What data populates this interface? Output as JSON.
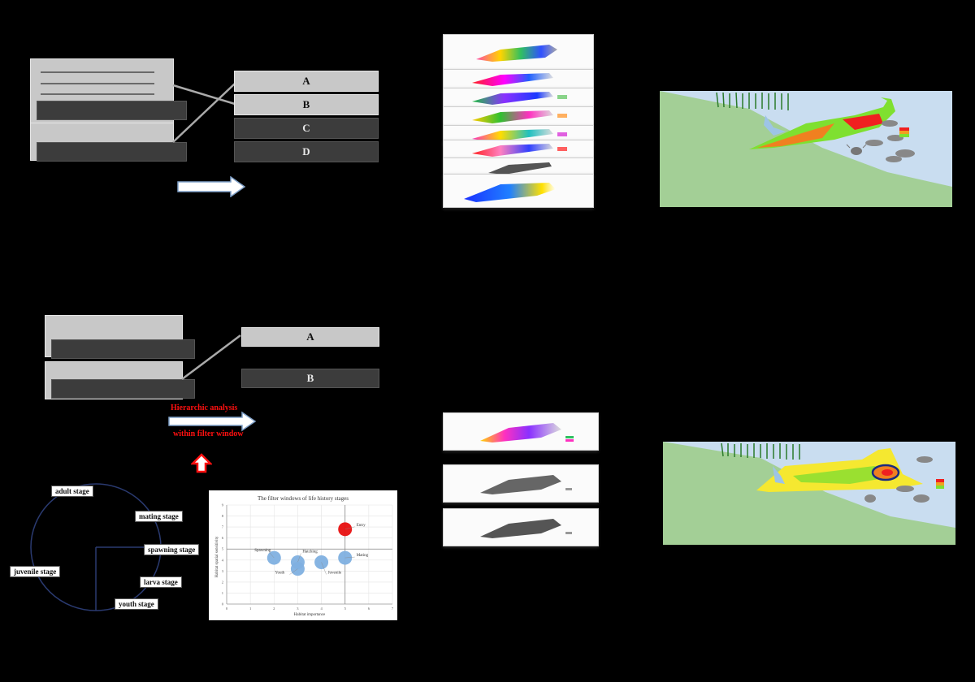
{
  "top_panel": {
    "boxes": [
      "A",
      "B",
      "C",
      "D"
    ]
  },
  "bottom_panel": {
    "boxes": [
      "A",
      "B"
    ],
    "red_text_1": "Hierarchic analysis",
    "red_text_2": "within filter window"
  },
  "life_cycle": {
    "stages": [
      "adult stage",
      "mating stage",
      "spawning stage",
      "larva stage",
      "youth stage",
      "juvenile stage"
    ]
  },
  "colors": {
    "background": "#000000",
    "water": "#c9ddf0",
    "land": "#a3cf96",
    "bubble": "#7fb0e0",
    "highlight_bubble": "#e81010",
    "red_arrow": "#ff1010"
  },
  "chart_data": {
    "type": "scatter",
    "title": "The filter windows of life history stages",
    "xlabel": "Habitat importance",
    "ylabel": "Habitat spatial sensitivity",
    "xlim": [
      0,
      7
    ],
    "ylim": [
      0,
      9
    ],
    "xticks": [
      "0",
      "1",
      "2",
      "3",
      "4",
      "5",
      "6",
      "7"
    ],
    "yticks": [
      "0",
      "1",
      "2",
      "3",
      "4",
      "5",
      "6",
      "7",
      "8",
      "9"
    ],
    "reference_lines": {
      "x": 5,
      "y": 5
    },
    "points": [
      {
        "label": "Spawning",
        "x": 2,
        "y": 4.2,
        "highlight": false
      },
      {
        "label": "Hatching",
        "x": 3,
        "y": 3.8,
        "highlight": false
      },
      {
        "label": "Youth",
        "x": 3,
        "y": 3.2,
        "highlight": false
      },
      {
        "label": "Juvenile",
        "x": 4,
        "y": 3.8,
        "highlight": false
      },
      {
        "label": "Mating",
        "x": 5,
        "y": 4.2,
        "highlight": false
      },
      {
        "label": "Entry",
        "x": 5,
        "y": 6.8,
        "highlight": true
      }
    ]
  }
}
